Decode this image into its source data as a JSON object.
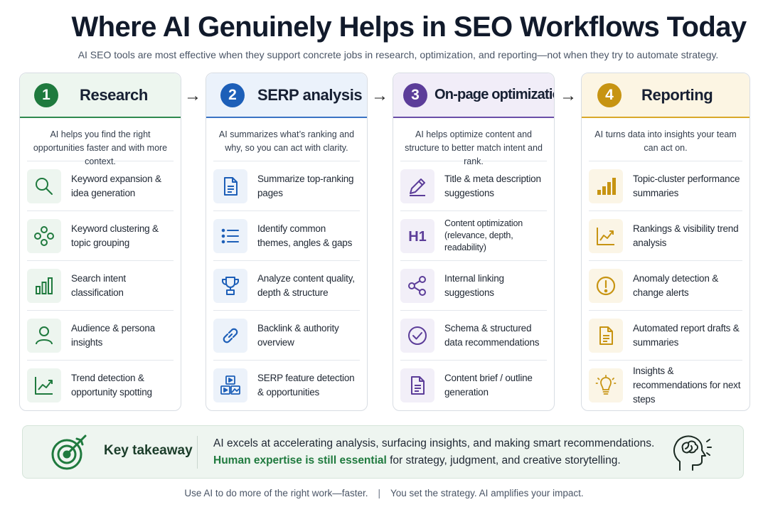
{
  "title": "Where AI Genuinely Helps in SEO Workflows Today",
  "subtitle": "AI SEO tools are most effective when they support concrete jobs in research, optimization, and reporting—not when they try to automate strategy.",
  "colors": {
    "green": "#1f7a3e",
    "blue": "#1d5fb8",
    "purple": "#5c3d99",
    "gold": "#c79412"
  },
  "columns": [
    {
      "number": "1",
      "title": "Research",
      "description": "AI helps you find the right opportunities faster and with more context.",
      "items": [
        {
          "icon": "magnifier-icon",
          "label": "Keyword expansion & idea generation"
        },
        {
          "icon": "cluster-icon",
          "label": "Keyword clustering & topic grouping"
        },
        {
          "icon": "bar-chart-icon",
          "label": "Search intent classification"
        },
        {
          "icon": "person-icon",
          "label": "Audience & persona insights"
        },
        {
          "icon": "trend-icon",
          "label": "Trend detection & opportunity spotting"
        }
      ]
    },
    {
      "number": "2",
      "title": "SERP analysis",
      "description": "AI summarizes what’s ranking and why, so you can act with clarity.",
      "items": [
        {
          "icon": "document-icon",
          "label": "Summarize top-ranking pages"
        },
        {
          "icon": "list-icon",
          "label": "Identify common themes, angles & gaps"
        },
        {
          "icon": "trophy-icon",
          "label": "Analyze content quality, depth & structure"
        },
        {
          "icon": "link-icon",
          "label": "Backlink & authority overview"
        },
        {
          "icon": "media-icon",
          "label": "SERP feature detection & opportunities"
        }
      ]
    },
    {
      "number": "3",
      "title": "On-page optimization",
      "description": "AI helps optimize content and structure to better match intent and rank.",
      "items": [
        {
          "icon": "pencil-icon",
          "label": "Title & meta description suggestions"
        },
        {
          "icon": "h1-icon",
          "label": "Content optimization (relevance, depth, readability)"
        },
        {
          "icon": "nodes-icon",
          "label": "Internal linking suggestions"
        },
        {
          "icon": "check-circle-icon",
          "label": "Schema & structured data recommendations"
        },
        {
          "icon": "brief-icon",
          "label": "Content brief / outline generation"
        }
      ]
    },
    {
      "number": "4",
      "title": "Reporting",
      "description": "AI turns data into insights your team can act on.",
      "items": [
        {
          "icon": "bars-icon",
          "label": "Topic-cluster performance summaries"
        },
        {
          "icon": "line-chart-icon",
          "label": "Rankings & visibility trend analysis"
        },
        {
          "icon": "alert-icon",
          "label": "Anomaly detection & change alerts"
        },
        {
          "icon": "report-icon",
          "label": "Automated report drafts & summaries"
        },
        {
          "icon": "bulb-icon",
          "label": "Insights & recommendations for next steps"
        }
      ]
    }
  ],
  "takeaway": {
    "label": "Key takeaway",
    "line1": "AI excels at accelerating analysis, surfacing insights, and making smart recommendations.",
    "line2_strong": "Human expertise is still essential",
    "line2_rest": " for strategy, judgment, and creative storytelling."
  },
  "footer": {
    "left": "Use AI to do more of the right work—faster.",
    "separator": "|",
    "right": "You set the strategy. AI amplifies your impact."
  }
}
